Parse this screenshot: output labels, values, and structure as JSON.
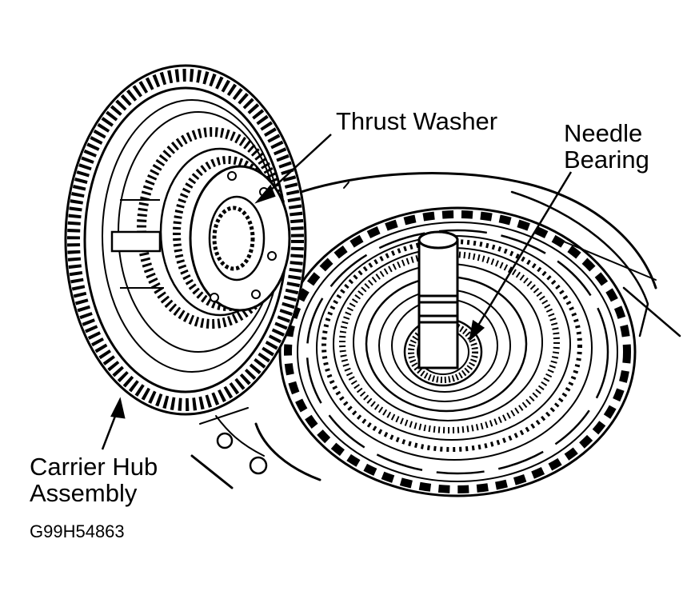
{
  "labels": {
    "thrust_washer": "Thrust Washer",
    "needle_bearing_line1": "Needle",
    "needle_bearing_line2": "Bearing",
    "carrier_hub_line1": "Carrier Hub",
    "carrier_hub_line2": "Assembly",
    "figure_id": "G99H54863"
  },
  "colors": {
    "ink": "#000000",
    "paper": "#ffffff"
  }
}
